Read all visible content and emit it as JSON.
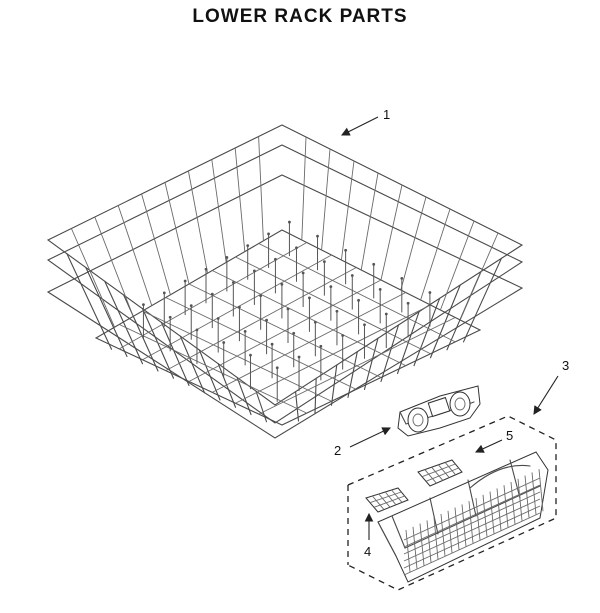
{
  "title": "LOWER RACK PARTS",
  "callouts": {
    "c1": "1",
    "c2": "2",
    "c3": "3",
    "c4": "4",
    "c5": "5"
  }
}
